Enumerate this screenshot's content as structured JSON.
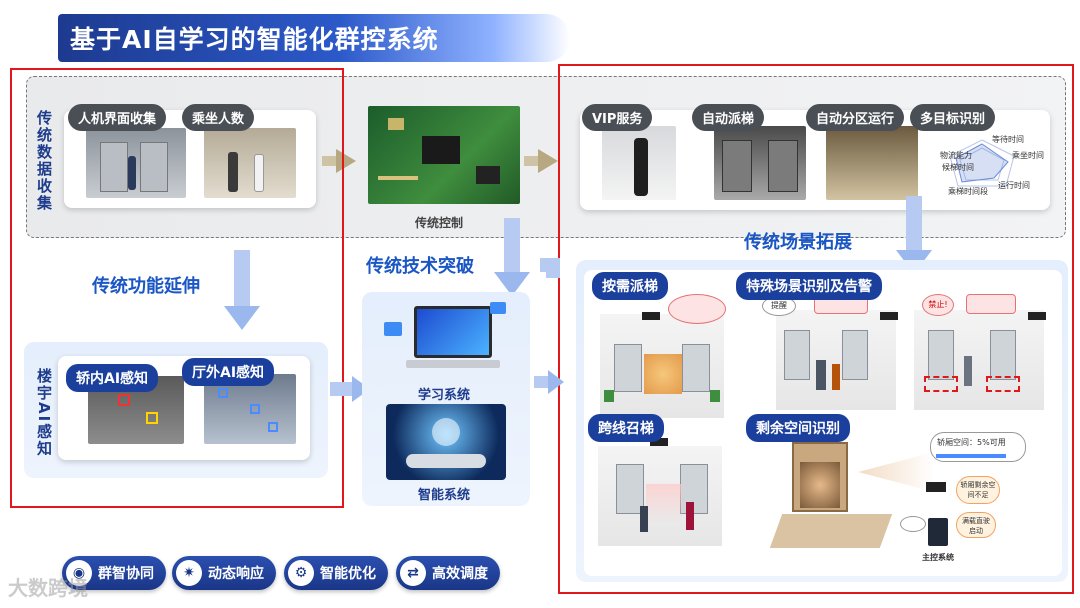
{
  "title": "基于AI自学习的智能化群控系统",
  "data_collection": {
    "label": "传统数据收集",
    "tags": [
      "人机界面收集",
      "乘坐人数"
    ]
  },
  "traditional_control": {
    "caption": "传统控制"
  },
  "scenario_tags": [
    "VIP服务",
    "自动派梯",
    "自动分区运行",
    "多目标识别"
  ],
  "radar_labels": [
    "等待时间",
    "乘坐时间",
    "运行时间",
    "乘梯时间段",
    "候梯时间",
    "物流能力"
  ],
  "function_extension": {
    "title": "传统功能延伸"
  },
  "building_ai": {
    "label": "楼宇AI感知",
    "tags": [
      "轿内AI感知",
      "厅外AI感知"
    ]
  },
  "tech_breakthrough": {
    "title": "传统技术突破",
    "learning": "学习系统",
    "intelligent": "智能系统"
  },
  "scene_expansion": {
    "title": "传统场景拓展",
    "tags": [
      "按需派梯",
      "特殊场景识别及告警",
      "跨线召梯",
      "剩余空间识别"
    ],
    "bubbles": {
      "remind": "提醒",
      "forbid": "禁止!",
      "space": "轿厢空间：5%可用",
      "insufficient": "轿厢剩余空间不足",
      "full": "满载直驶启动",
      "server": "主控系统"
    }
  },
  "badges": [
    "群智协同",
    "动态响应",
    "智能优化",
    "高效调度"
  ],
  "watermark": "大数跨境",
  "colors": {
    "brand": "#1b3f9c",
    "accent": "#1a56c4",
    "highlight": "#e0181b"
  }
}
